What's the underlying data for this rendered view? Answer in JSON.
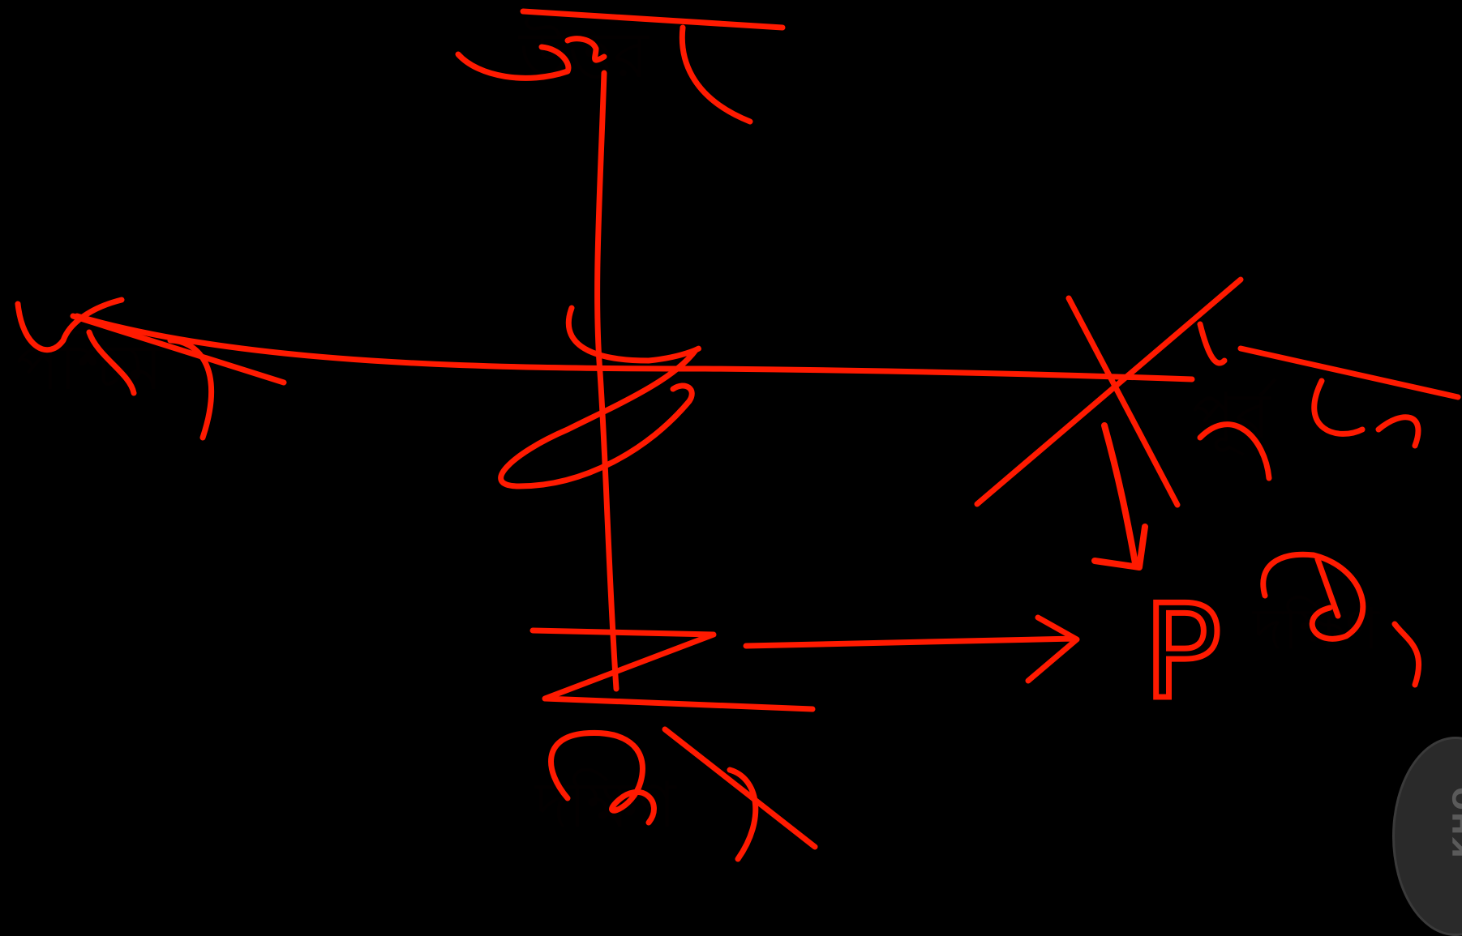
{
  "canvas": {
    "background": "#000000",
    "ink": "#ff1a00"
  },
  "labels": {
    "north": "উত্তর",
    "south": "দক্ষিণ",
    "west": "পশ্চিম",
    "east": "পূর্ব",
    "point": "P",
    "point_direction": "দক্ষিণ"
  },
  "stamp": {
    "text": "KHO"
  }
}
